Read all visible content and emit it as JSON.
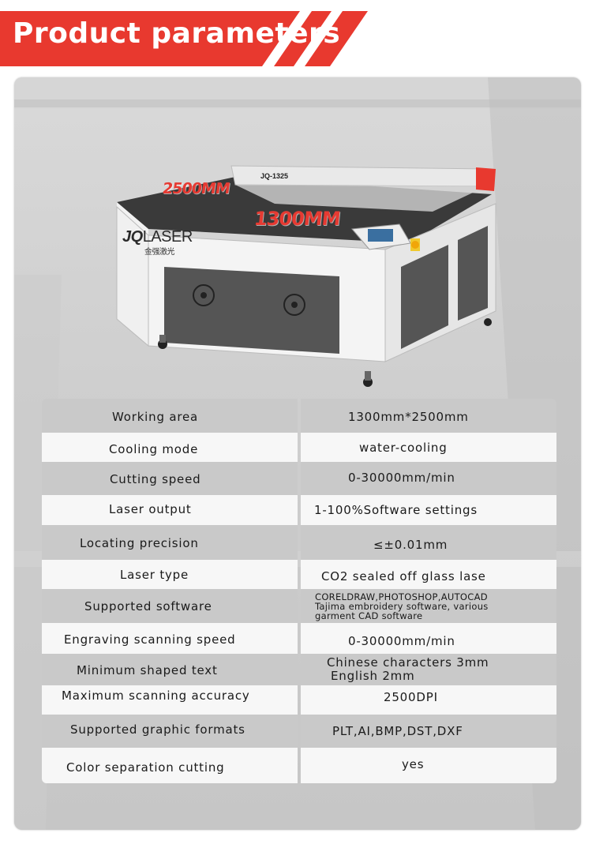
{
  "header": {
    "title": "Product parameters",
    "accent_color": "#e8392f"
  },
  "machine": {
    "brand_prefix": "JQ",
    "brand_suffix": "LASER",
    "brand_chinese": "金强激光",
    "model": "JQ-1325",
    "width_label": "2500MM",
    "depth_label": "1300MM"
  },
  "specs": [
    {
      "name": "Working area",
      "value": "1300mm*2500mm"
    },
    {
      "name": "Cooling mode",
      "value": "water-cooling"
    },
    {
      "name": "Cutting speed",
      "value": "0-30000mm/min"
    },
    {
      "name": "Laser output",
      "value": "1-100%Software settings"
    },
    {
      "name": "Locating precision",
      "value": "≤±0.01mm"
    },
    {
      "name": "Laser type",
      "value": "CO2 sealed off glass lase"
    },
    {
      "name": "Supported software",
      "lines": [
        "CORELDRAW,PHOTOSHOP,AUTOCAD",
        "Tajima embroidery software, various",
        "garment CAD software"
      ]
    },
    {
      "name": "Engraving scanning speed",
      "value": "0-30000mm/min"
    },
    {
      "name": "Minimum shaped text",
      "lines": [
        "Chinese characters 3mm",
        "English 2mm"
      ]
    },
    {
      "name": "Maximum scanning accuracy",
      "value": "2500DPI"
    },
    {
      "name": "Supported graphic formats",
      "value": "PLT,AI,BMP,DST,DXF"
    },
    {
      "name": "Color separation cutting",
      "value": "yes"
    }
  ]
}
